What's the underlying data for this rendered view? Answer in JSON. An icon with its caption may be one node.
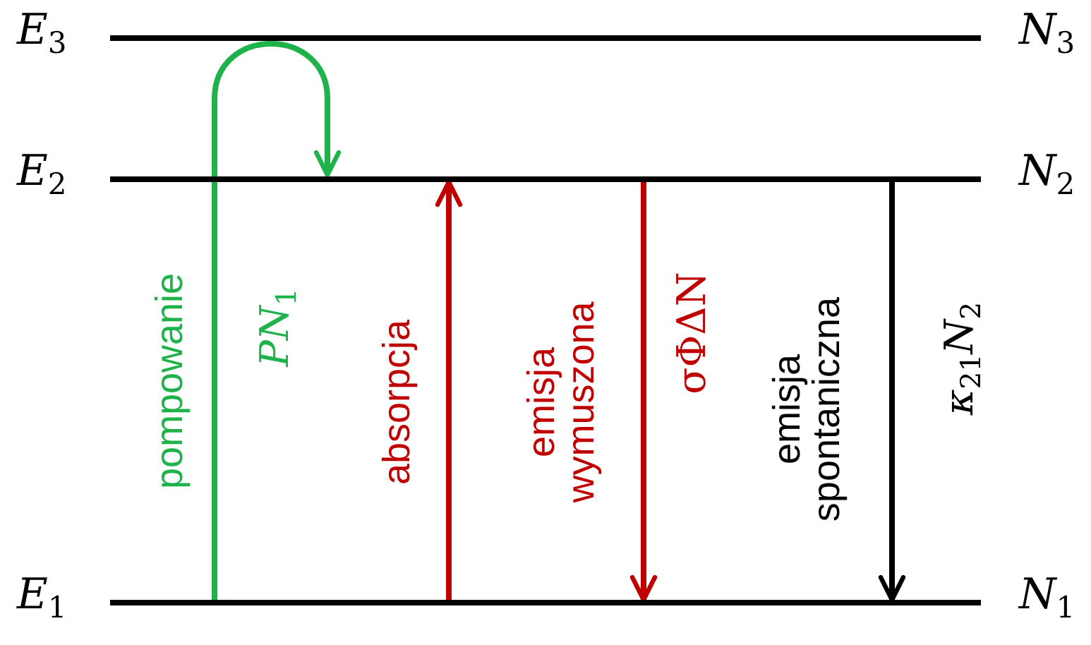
{
  "diagram": {
    "nodes": [
      {
        "text": [
          "*E*$_{3}$",
          "*N*$_{3}$"
        ]
      },
      {
        "text": [
          "*E*$_{2}$",
          "*N*$_{2}$"
        ]
      },
      {
        "text": [
          "*E*$_{1}$",
          "*N*$_{1}$"
        ]
      }
    ],
    "edges": [
      {
        "from": 2,
        "to": 1,
        "arrow": "to",
        "color": "#1fb24a"
      },
      {
        "from": 2,
        "to": 1,
        "arrow": "to",
        "color": "#c00000"
      },
      {
        "from": 1,
        "to": 2,
        "arrow": "to",
        "color": "#c00000"
      },
      {
        "from": 1,
        "to": 2,
        "arrow": "to",
        "color": "#000000"
      }
    ],
    "labels": [
      "pompowanie",
      "*PN*$_{1}$",
      "absorpcja",
      "emisja wymuszona",
      "σΦΔN",
      "emisja spontaniczna",
      "*κ*$_{21}$*N*$_{2}$"
    ]
  }
}
